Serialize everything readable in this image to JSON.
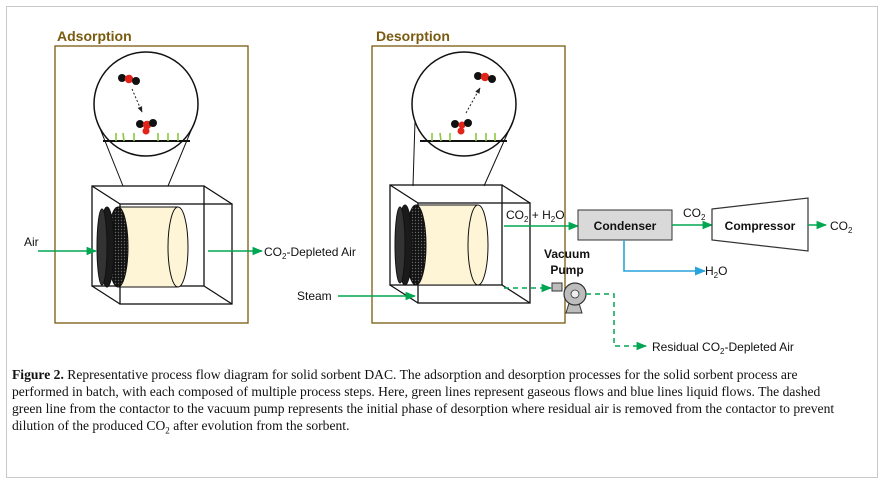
{
  "panels": {
    "adsorption": "Adsorption",
    "desorption": "Desorption"
  },
  "labels": {
    "air": "Air",
    "co2_depleted_air": "CO",
    "co2_depleted_air_sub": "2",
    "co2_depleted_air_rest": "-Depleted Air",
    "steam": "Steam",
    "co2_h2o_a": "CO",
    "co2_h2o_sub": "2",
    "co2_h2o_b": " + H",
    "co2_h2o_sub2": "2",
    "co2_h2o_c": "O",
    "condenser": "Condenser",
    "compressor": "Compressor",
    "co2_mid": "CO",
    "co2_mid_sub": "2",
    "co2_out": "CO",
    "co2_out_sub": "2",
    "h2o_a": "H",
    "h2o_sub": "2",
    "h2o_b": "O",
    "vacuum_pump_1": "Vacuum",
    "vacuum_pump_2": "Pump",
    "residual_a": "Residual CO",
    "residual_sub": "2",
    "residual_b": "-Depleted Air"
  },
  "colors": {
    "gas_flow": "#00a651",
    "liquid_flow": "#29a3dc",
    "panel_border": "#7a5a0f",
    "condenser_fill": "#d9d9d9",
    "sorbent_fill": "#fdf5d6",
    "molecule_red": "#e2231a"
  },
  "caption": {
    "label": "Figure 2.",
    "text": " Representative process flow diagram for solid sorbent DAC. The adsorption and desorption processes for the solid sorbent process are performed in batch, with each composed of multiple process steps. Here, green lines represent gaseous flows and blue lines liquid flows. The dashed green line from the contactor to the vacuum pump represents the initial phase of desorption where residual air is removed from the contactor to prevent dilution of the produced CO",
    "sub": "2",
    "tail": " after evolution from the sorbent."
  }
}
